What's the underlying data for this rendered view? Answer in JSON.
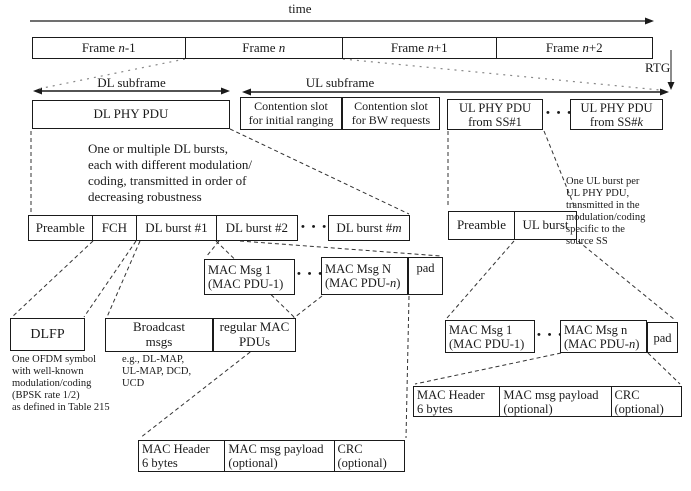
{
  "colors": {
    "ink": "#1a1a1a",
    "background": "#ffffff",
    "dotted_connector": "#888888"
  },
  "arrows": {
    "time": "time",
    "dl_subframe": "DL subframe",
    "ul_subframe": "UL subframe",
    "rtg": "RTG"
  },
  "frames": [
    {
      "pre": "Frame ",
      "var": "n",
      "suf": "-1"
    },
    {
      "pre": "Frame ",
      "var": "n",
      "suf": ""
    },
    {
      "pre": "Frame ",
      "var": "n",
      "suf": "+1"
    },
    {
      "pre": "Frame ",
      "var": "n",
      "suf": "+2"
    }
  ],
  "row2": {
    "dl_phy_pdu": "DL PHY PDU",
    "contention1": [
      "Contention slot",
      "for initial ranging"
    ],
    "contention2": [
      "Contention slot",
      "for BW requests"
    ],
    "ul_pdu_1": [
      "UL PHY PDU",
      "from SS#1"
    ],
    "ul_pdu_k": {
      "line1": "UL PHY PDU",
      "pre": "from SS#",
      "var": "k"
    },
    "dots": "• • •"
  },
  "notes": {
    "dl_bursts": [
      "One or multiple DL bursts,",
      "each with different modulation/",
      "coding, transmitted in order of",
      "decreasing robustness"
    ],
    "ul_burst": [
      "One UL burst per",
      "UL PHY PDU,",
      "transmitted in the",
      "modulation/coding",
      "specific to the",
      "source SS"
    ],
    "dlfp": [
      "One OFDM symbol",
      "with well-known",
      "modulation/coding",
      "(BPSK rate 1/2)",
      "as defined in Table 215"
    ],
    "broadcast": [
      "e.g., DL-MAP,",
      "UL-MAP, DCD,",
      "UCD"
    ]
  },
  "dl_burst_row": {
    "cells": [
      "Preamble",
      "FCH",
      "DL burst #1",
      "DL burst #2"
    ],
    "dots": "• • •",
    "last": {
      "pre": "DL burst #",
      "var": "m"
    }
  },
  "ul_burst_row": {
    "cells": [
      "Preamble",
      "UL burst"
    ]
  },
  "mac_msg_row_dl": {
    "msg1": [
      "MAC Msg 1",
      "(MAC PDU-1)"
    ],
    "dots": "• • •",
    "msgN": {
      "line1": "MAC Msg N",
      "pre": "(MAC PDU-",
      "var": "n",
      "suf": ")"
    },
    "pad": "pad"
  },
  "mac_msg_row_ul": {
    "msg1": [
      "MAC Msg 1",
      "(MAC PDU-1)"
    ],
    "dots": "• • •",
    "msgN": {
      "line1": "MAC Msg n",
      "pre": "(MAC PDU-",
      "var": "n",
      "suf": ")"
    },
    "pad": "pad"
  },
  "fch_row": {
    "dlfp": "DLFP",
    "broadcast": [
      "Broadcast",
      "msgs"
    ],
    "regular": [
      "regular MAC",
      "PDUs"
    ]
  },
  "mac_pdu_row": {
    "cells": [
      [
        "MAC Header",
        "6 bytes"
      ],
      [
        "MAC msg payload",
        "(optional)"
      ],
      [
        "CRC",
        "(optional)"
      ]
    ]
  }
}
